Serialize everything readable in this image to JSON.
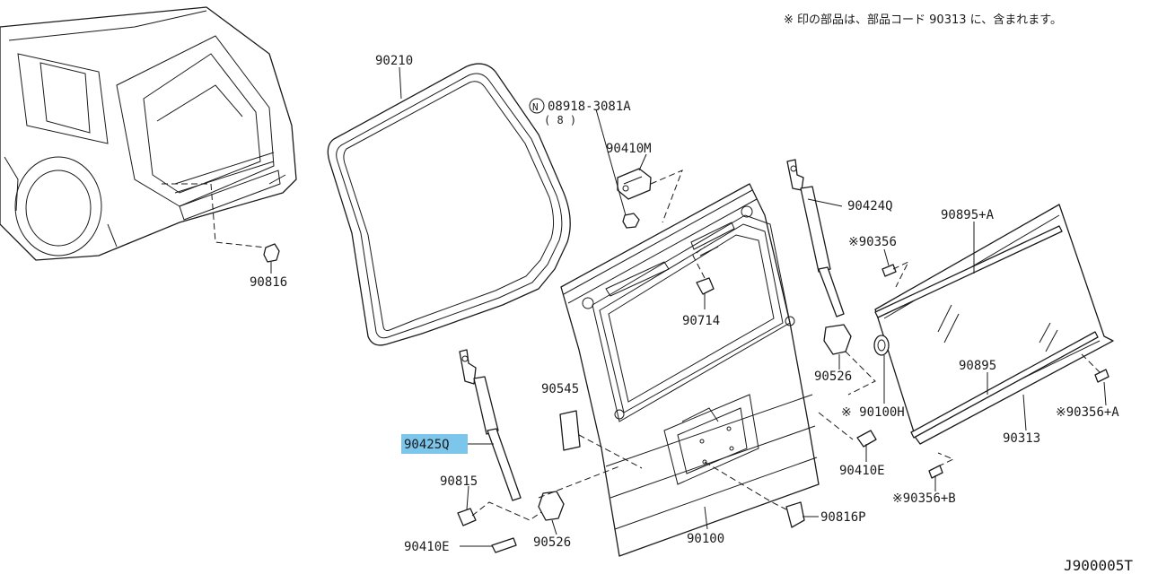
{
  "note": "※ 印の部品は、部品コード 90313 に、含まれます。",
  "drawing_code": "J900005T",
  "highlight_color": "#7cc6ec",
  "selected_part": "90425Q",
  "bolt_spec": {
    "circle_letter": "N",
    "number": "08918-3081A",
    "quantity": "( 8 )"
  },
  "parts": {
    "p90210": "90210",
    "p90410M": "90410M",
    "p90424Q": "90424Q",
    "p90895A": "90895+A",
    "p90356": "※90356",
    "p90816": "90816",
    "p90714": "90714",
    "p90526_right": "90526",
    "p90545": "90545",
    "p90100H": "※ 90100H",
    "p90895": "90895",
    "p90356A": "※90356+A",
    "p90425Q": "90425Q",
    "p90313": "90313",
    "p90410E_right": "90410E",
    "p90815": "90815",
    "p90356B": "※90356+B",
    "p90816P": "90816P",
    "p90410E_left": "90410E",
    "p90526_left": "90526",
    "p90100": "90100"
  }
}
